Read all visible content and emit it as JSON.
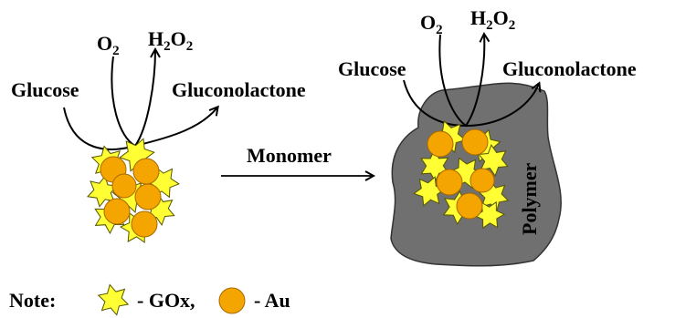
{
  "colors": {
    "particle_fill": "#f5a500",
    "particle_stroke": "#a86a00",
    "enzyme_fill": "#ffff33",
    "enzyme_stroke": "#555500",
    "polymer_fill": "#707070",
    "polymer_stroke": "#333333",
    "text": "#000000"
  },
  "left_panel": {
    "reactant": "Glucose",
    "product": "Gluconolactone",
    "cosubstrate": {
      "base": "O",
      "sub": "2"
    },
    "coproduct": {
      "base1": "H",
      "sub1": "2",
      "base2": "O",
      "sub2": "2"
    }
  },
  "process": {
    "label": "Monomer"
  },
  "right_panel": {
    "reactant": "Glucose",
    "product": "Gluconolactone",
    "cosubstrate": {
      "base": "O",
      "sub": "2"
    },
    "coproduct": {
      "base1": "H",
      "sub1": "2",
      "base2": "O",
      "sub2": "2"
    },
    "matrix_label": "Polymer"
  },
  "legend": {
    "title": "Note:",
    "enzyme_label": "- GOx,",
    "particle_label": "- Au"
  }
}
